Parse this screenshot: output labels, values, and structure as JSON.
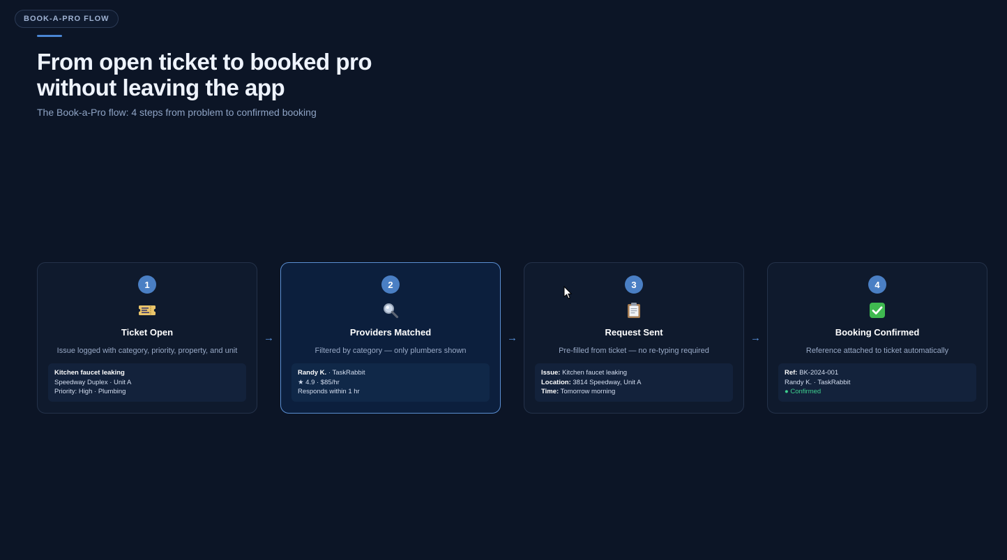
{
  "header": {
    "pill_label": "BOOK-A-PRO FLOW",
    "title_line1": "From open ticket to booked pro",
    "title_line2": "without leaving the app",
    "subtitle": "The Book-a-Pro flow: 4 steps from problem to confirmed booking"
  },
  "arrow_glyph": "→",
  "steps": [
    {
      "number": "1",
      "icon": "ticket-icon",
      "title": "Ticket Open",
      "description": "Issue logged with category, priority, property, and unit",
      "detail": {
        "line1": "Kitchen faucet leaking",
        "line2": "Speedway Duplex · Unit A",
        "line3": "Priority: High · Plumbing"
      }
    },
    {
      "number": "2",
      "icon": "magnifier-icon",
      "title": "Providers Matched",
      "description": "Filtered by category — only plumbers shown",
      "detail": {
        "name": "Randy K.",
        "company": "· TaskRabbit",
        "line2": "★ 4.9 · $85/hr",
        "line3": "Responds within 1 hr"
      }
    },
    {
      "number": "3",
      "icon": "clipboard-icon",
      "title": "Request Sent",
      "description": "Pre-filled from ticket — no re-typing required",
      "detail": {
        "issue_label": "Issue:",
        "issue_value": "Kitchen faucet leaking",
        "location_label": "Location:",
        "location_value": "3814 Speedway, Unit A",
        "time_label": "Time:",
        "time_value": "Tomorrow morning"
      }
    },
    {
      "number": "4",
      "icon": "check-mark-icon",
      "title": "Booking Confirmed",
      "description": "Reference attached to ticket automatically",
      "detail": {
        "ref_label": "Ref:",
        "ref_value": "BK-2024-001",
        "line2": "Randy K. · TaskRabbit",
        "status": "● Confirmed"
      }
    }
  ],
  "colors": {
    "background": "#0c1526",
    "accent": "#4a86d4",
    "badge": "#4a7fc4",
    "active_border": "#5b8fd3",
    "confirmed": "#3ecf8e"
  }
}
